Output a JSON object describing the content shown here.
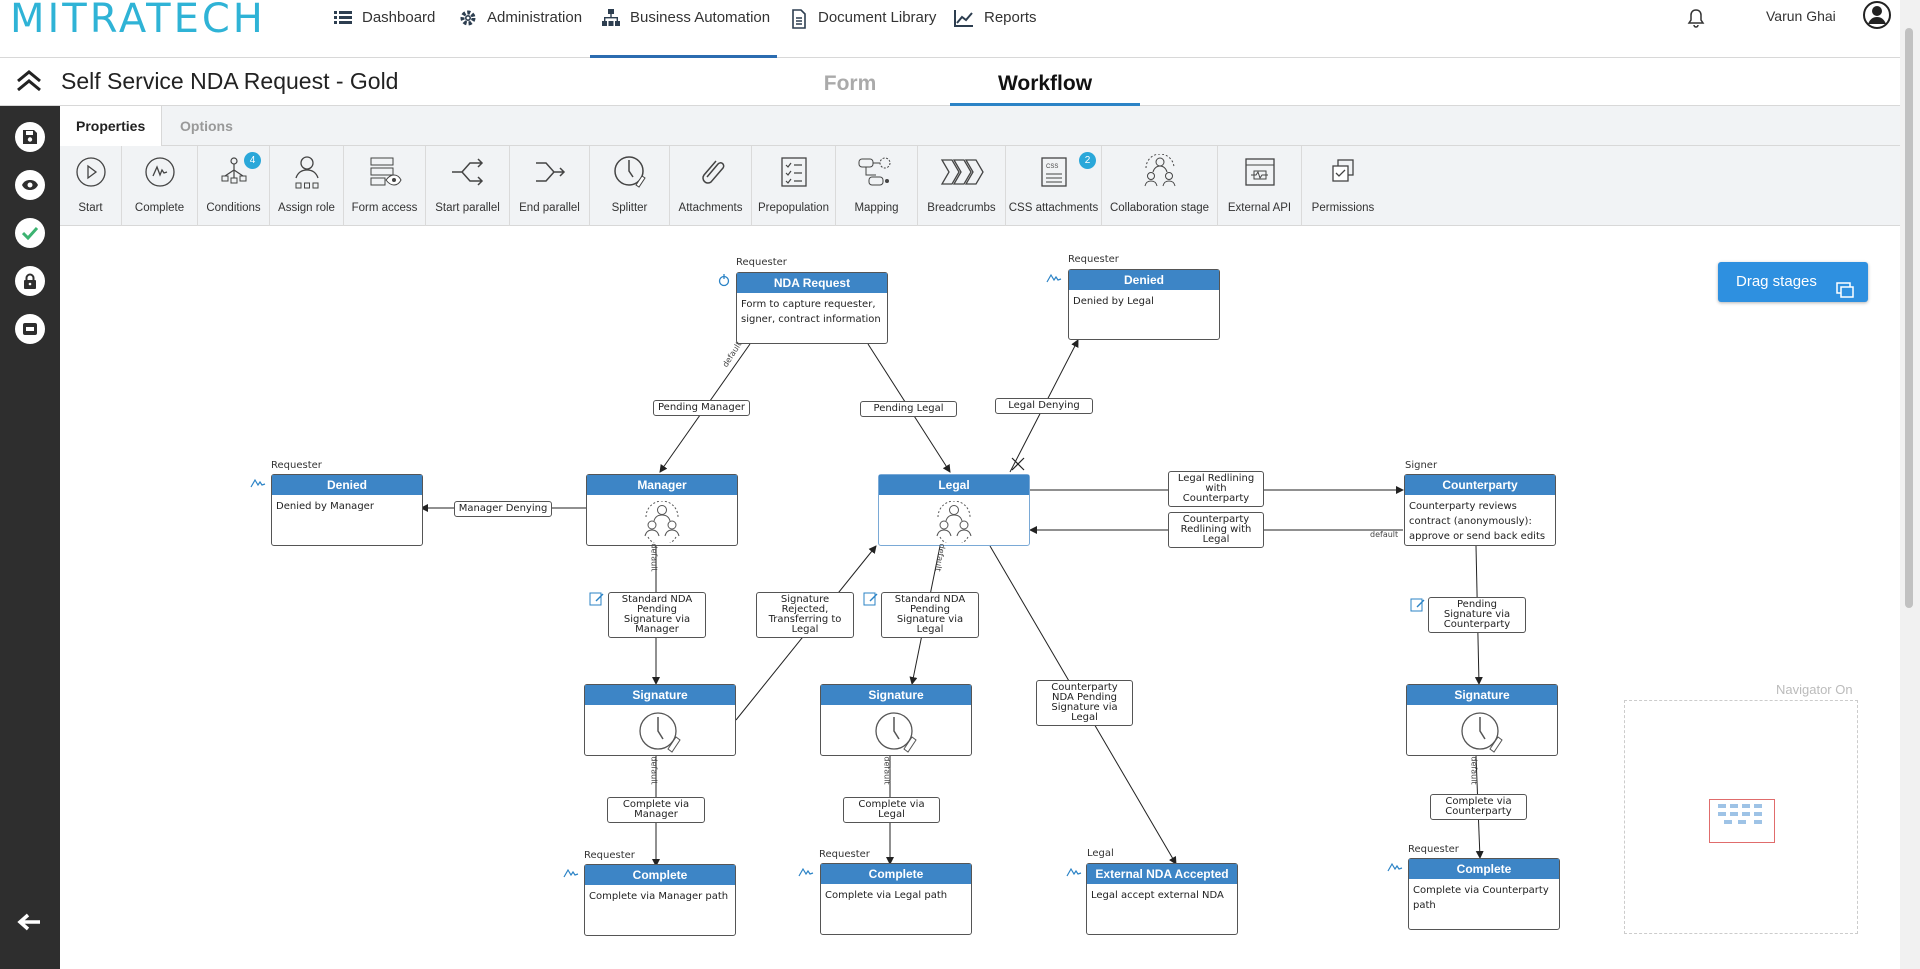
{
  "brand": "MITRATECH",
  "nav": {
    "items": [
      {
        "label": "Dashboard",
        "icon": "list-icon"
      },
      {
        "label": "Administration",
        "icon": "gear-icon"
      },
      {
        "label": "Business Automation",
        "icon": "hierarchy-icon"
      },
      {
        "label": "Document Library",
        "icon": "document-icon"
      },
      {
        "label": "Reports",
        "icon": "chart-icon"
      }
    ],
    "active": "Business Automation",
    "user": "Varun Ghai"
  },
  "title": "Self Service NDA Request - Gold",
  "view_tabs": {
    "form": "Form",
    "workflow": "Workflow",
    "active": "Workflow"
  },
  "panel_tabs": {
    "properties": "Properties",
    "options": "Options"
  },
  "tools": [
    {
      "label": "Start"
    },
    {
      "label": "Complete"
    },
    {
      "label": "Conditions",
      "badge": "4"
    },
    {
      "label": "Assign role"
    },
    {
      "label": "Form access"
    },
    {
      "label": "Start parallel"
    },
    {
      "label": "End parallel"
    },
    {
      "label": "Splitter"
    },
    {
      "label": "Attachments"
    },
    {
      "label": "Prepopulation"
    },
    {
      "label": "Mapping"
    },
    {
      "label": "Breadcrumbs"
    },
    {
      "label": "CSS attachments",
      "badge": "2"
    },
    {
      "label": "Collaboration stage"
    },
    {
      "label": "External API"
    },
    {
      "label": "Permissions"
    }
  ],
  "drag_stages": "Drag stages",
  "navigator_label": "Navigator On",
  "stages": {
    "nda_request": {
      "role": "Requester",
      "title": "NDA Request",
      "desc": "Form to capture requester, signer, contract information"
    },
    "denied_legal": {
      "role": "Requester",
      "title": "Denied",
      "desc": "Denied by Legal"
    },
    "denied_manager": {
      "role": "Requester",
      "title": "Denied",
      "desc": "Denied by Manager"
    },
    "manager": {
      "title": "Manager"
    },
    "legal": {
      "title": "Legal"
    },
    "counterparty": {
      "role": "Signer",
      "title": "Counterparty",
      "desc": "Counterparty reviews contract (anonymously): approve or send back edits"
    },
    "sig_manager": {
      "title": "Signature"
    },
    "sig_legal": {
      "title": "Signature"
    },
    "sig_counterparty": {
      "title": "Signature"
    },
    "complete_manager": {
      "role": "Requester",
      "title": "Complete",
      "desc": "Complete via Manager path"
    },
    "complete_legal": {
      "role": "Requester",
      "title": "Complete",
      "desc": "Complete via Legal path"
    },
    "external_nda": {
      "role": "Legal",
      "title": "External NDA Accepted",
      "desc": "Legal accept external NDA"
    },
    "complete_counterparty": {
      "role": "Requester",
      "title": "Complete",
      "desc": "Complete via Counterparty path"
    }
  },
  "transitions": {
    "pending_manager": "Pending Manager",
    "pending_legal": "Pending Legal",
    "legal_denying": "Legal Denying",
    "manager_denying": "Manager Denying",
    "legal_redlining": "Legal Redlining with Counterparty",
    "counterparty_redlining": "Counterparty Redlining with Legal",
    "std_nda_manager": "Standard NDA Pending Signature via Manager",
    "sig_rejected": "Signature Rejected, Transferring to Legal",
    "std_nda_legal": "Standard NDA Pending Signature via Legal",
    "counterparty_nda": "Counterparty NDA Pending Signature via Legal",
    "pending_sig_counterparty": "Pending Signature via Counterparty",
    "complete_via_manager": "Complete via Manager",
    "complete_via_legal": "Complete via Legal",
    "complete_via_counterparty": "Complete via Counterparty"
  },
  "edge_tag": "default",
  "colors": {
    "accent": "#2fb3d6",
    "stage_header": "#3d85c6",
    "rail": "#2e2e2e",
    "button": "#2e90e0"
  }
}
